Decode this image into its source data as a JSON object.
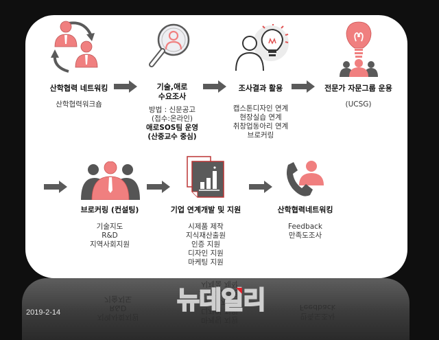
{
  "colors": {
    "accent": "#f07f7f",
    "dark": "#555555",
    "arrow": "#5a5a5a",
    "background": "#0f0f0f",
    "card": "#ffffff"
  },
  "steps": [
    {
      "id": "networking",
      "title": "산학협력 네트워킹",
      "desc": [
        "산학협력워크숍"
      ],
      "icon": "people-cycle-icon"
    },
    {
      "id": "demand-survey",
      "title_lines": [
        "기술,애로",
        "수요조사"
      ],
      "desc": [
        "방법 : 신문공고",
        "(접수:온라인)"
      ],
      "desc_bold": [
        "애로SOS팀 운영",
        "(산중교수 중심)"
      ],
      "icon": "magnifier-person-icon"
    },
    {
      "id": "survey-results",
      "title": "조사결과 활용",
      "desc": [
        "캡스톤디자인 연계",
        "현장실습 연계",
        "취창업동아리 연계",
        "브로커링"
      ],
      "icon": "person-lightbulb-icon"
    },
    {
      "id": "advisory-group",
      "title": "전문가 자문그룹 운용",
      "desc": [
        "(UCSG)"
      ],
      "icon": "lightbulb-group-icon"
    },
    {
      "id": "brokering",
      "title": "브로커링 (컨설팅)",
      "desc": [
        "기술지도",
        "R&D",
        "지역사회지원"
      ],
      "icon": "team-icon"
    },
    {
      "id": "corporate-support",
      "title": "기업 연계개발 및 지원",
      "desc": [
        "시제품 제작",
        "지식재산출원",
        "인증 지원",
        "디자인 지원",
        "마케팅 지원"
      ],
      "icon": "document-chart-icon"
    },
    {
      "id": "feedback",
      "title": "산학협력네트워킹",
      "desc": [
        "Feedback",
        "만족도조사"
      ],
      "icon": "phone-person-icon"
    }
  ],
  "footer": {
    "date": "2019-2-14",
    "logo": "뉴데일리"
  }
}
